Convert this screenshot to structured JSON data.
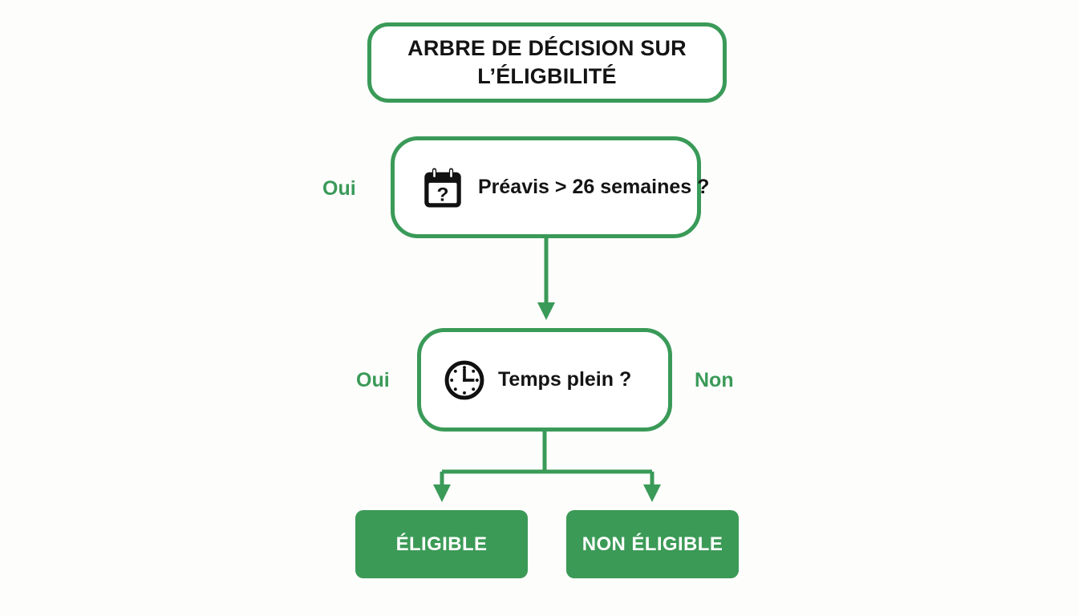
{
  "diagram": {
    "type": "decision-tree",
    "accent_color": "#3a9a58",
    "button_fill_color": "#3b9a56",
    "text_color": "#141414",
    "background_color": "#fdfdfc",
    "title": "ARBRE DE DÉCISION SUR\nL’ÉLIGBILITÉ",
    "nodes": [
      {
        "id": "node-preavis",
        "label": "Préavis > 26 semaines ?",
        "icon": "calendar-question-icon"
      },
      {
        "id": "node-temps-plein",
        "label": "Temps plein ?",
        "icon": "clock-icon"
      }
    ],
    "branch_labels": {
      "preavis_yes": "Oui",
      "temps_plein_yes": "Oui",
      "temps_plein_no": "Non"
    },
    "outcomes": [
      {
        "id": "outcome-eligible",
        "label": "ÉLIGIBLE"
      },
      {
        "id": "outcome-non-eligible",
        "label": "NON ÉLIGIBLE"
      }
    ]
  }
}
